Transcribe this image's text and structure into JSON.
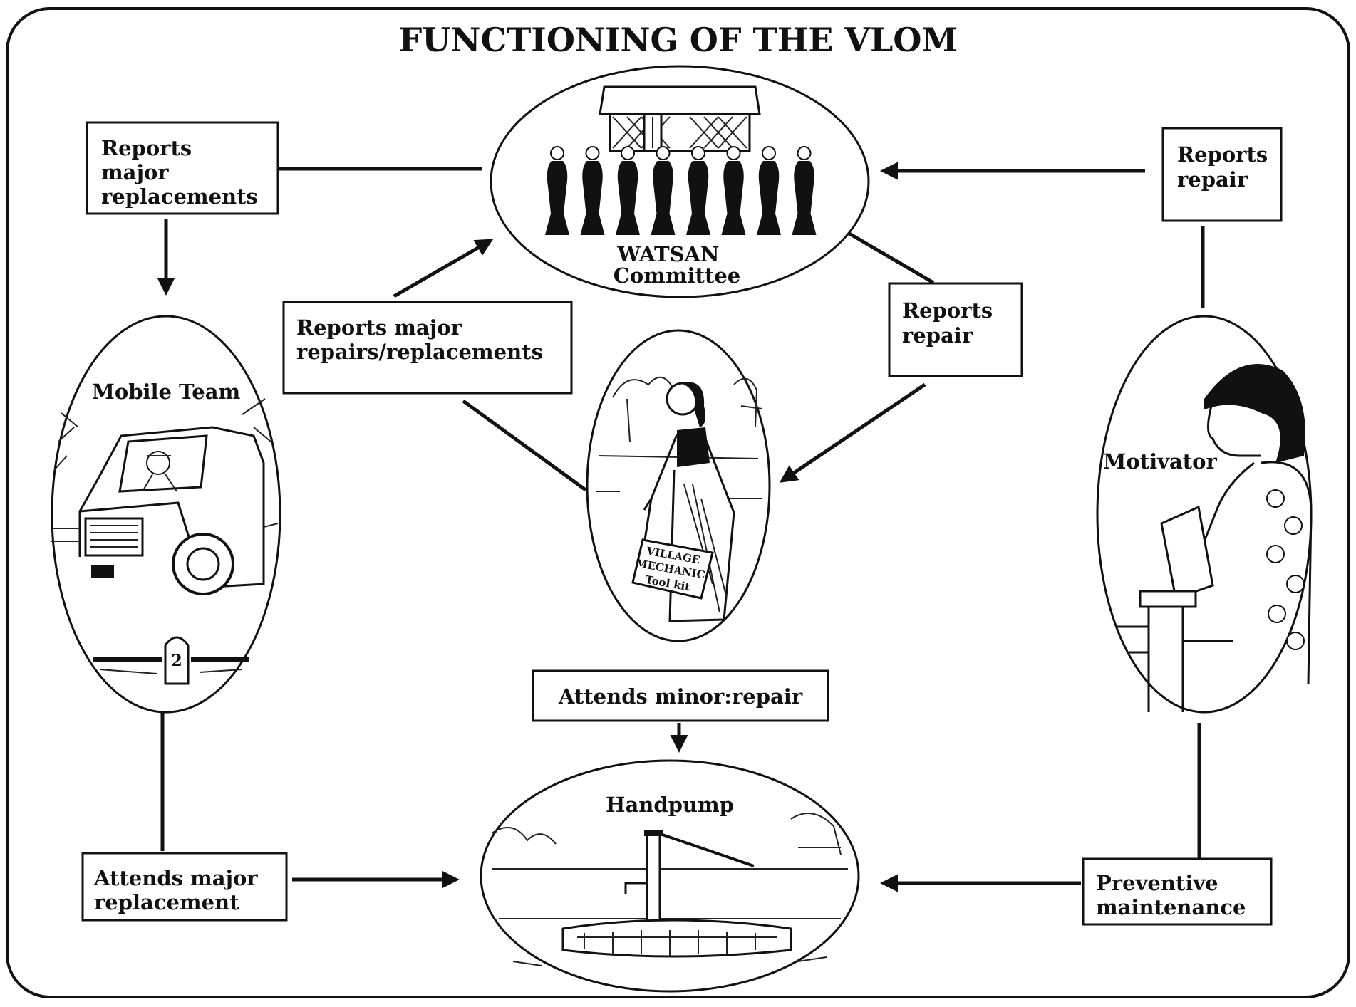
{
  "title": "FUNCTIONING OF THE VLOM",
  "nodes": {
    "watsan": {
      "lines": [
        "WATSAN",
        "Committee"
      ]
    },
    "mobile_team": {
      "lines": [
        "Mobile Team"
      ]
    },
    "village_mechanic": {
      "lines": [],
      "toolkit_lines": [
        "VILLAGE",
        "MECHANIC",
        "Tool kit"
      ]
    },
    "motivator": {
      "lines": [
        "Motivator"
      ]
    },
    "handpump": {
      "lines": [
        "Handpump"
      ]
    },
    "milestone_number": "2"
  },
  "labels": {
    "reports_major_replacements": [
      "Reports",
      "major",
      "replacements"
    ],
    "reports_repair_right": [
      "Reports",
      "repair"
    ],
    "reports_major_repairs": [
      "Reports major",
      "repairs/replacements"
    ],
    "reports_repair_center": [
      "Reports",
      "repair"
    ],
    "attends_minor_repair": [
      "Attends minor:repair"
    ],
    "attends_major_replacement": [
      "Attends major",
      "replacement"
    ],
    "preventive_maintenance": [
      "Preventive",
      "maintenance"
    ]
  },
  "icons": [
    "building-icon",
    "committee-members-icon",
    "truck-icon",
    "milestone-icon",
    "mechanic-woman-icon",
    "motivator-woman-icon",
    "handpump-icon"
  ]
}
